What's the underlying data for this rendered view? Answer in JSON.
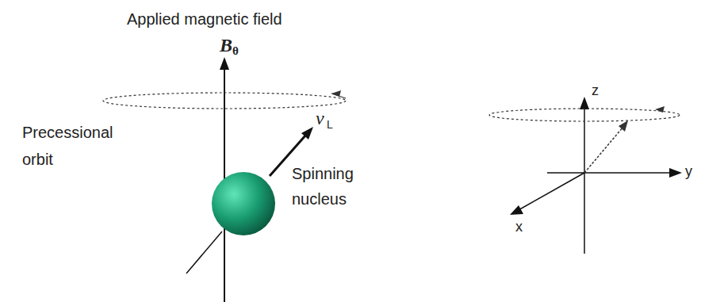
{
  "diagram": {
    "labels": [
      "Applied magnetic field",
      "B",
      "θ",
      "Precessional orbit",
      "ν",
      "L",
      "Spinning nucleus",
      "z",
      "y",
      "x"
    ]
  }
}
